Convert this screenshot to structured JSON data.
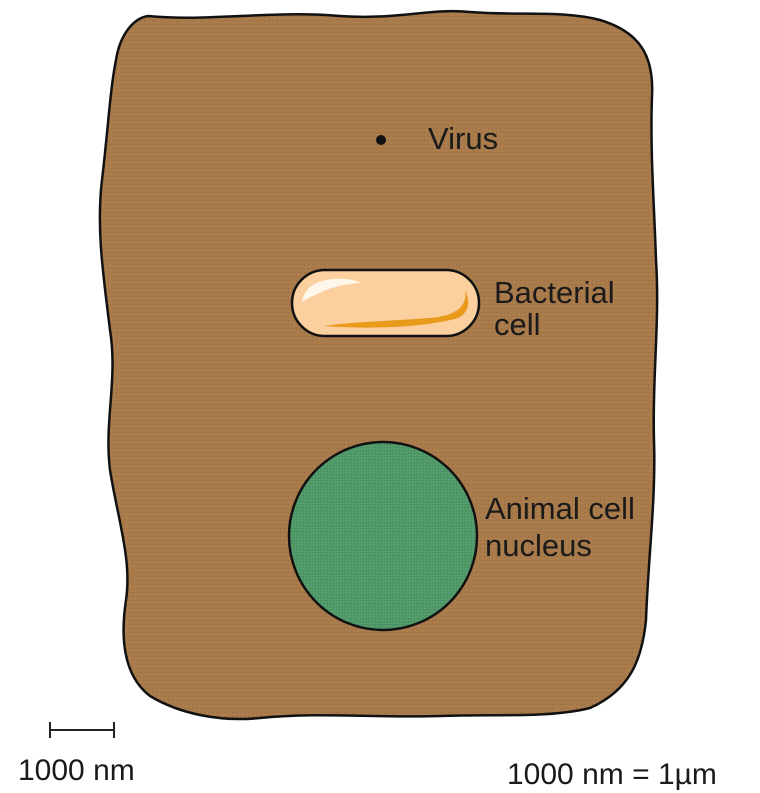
{
  "diagram": {
    "labels": {
      "virus": "Virus",
      "bacterial_line1": "Bacterial",
      "bacterial_line2": "cell",
      "nucleus_line1": "Animal cell",
      "nucleus_line2": "nucleus"
    },
    "scale_bar": {
      "label": "1000 nm"
    },
    "conversion": "1000 nm = 1µm"
  },
  "colors": {
    "animal_cell": "#a97a4a",
    "outline": "#111111",
    "bacterial_fill": "#fccf9e",
    "bacterial_highlight": "#fff7ec",
    "bacterial_shadow": "#e89a1a",
    "nucleus": "#4f9a68",
    "virus": "#111111"
  }
}
